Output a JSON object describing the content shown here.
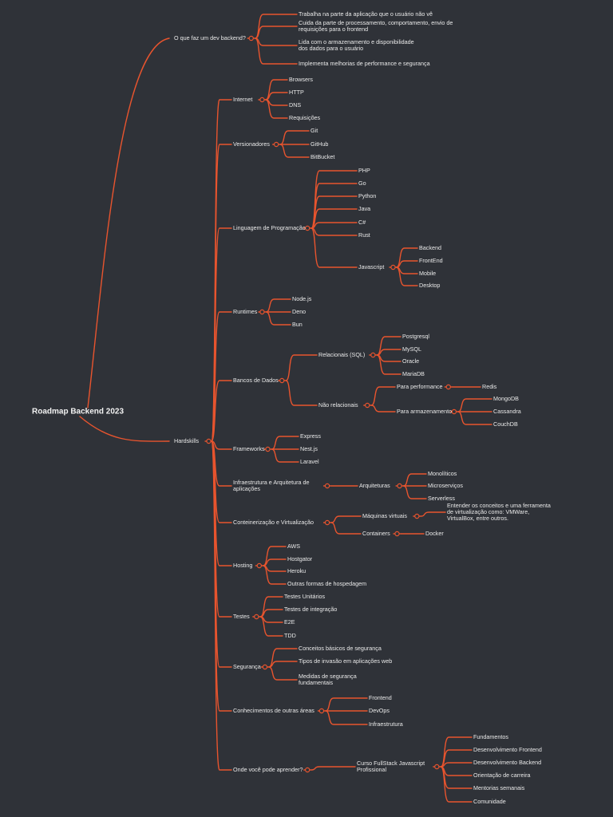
{
  "colors": {
    "background": "#2f3238",
    "branch": "#e8542e",
    "text": "#e9e9e9"
  },
  "root": "Roadmap Backend 2023",
  "branches": [
    {
      "id": "o-que-faz",
      "label": "O que faz um dev backend?",
      "children": [
        {
          "id": "trabalha",
          "label": "Trabalha na parte da aplicação que o usuário não vê"
        },
        {
          "id": "cuida",
          "label": "Cuida da parte de processamento, comportamento, envio de requisições para o frontend"
        },
        {
          "id": "lida",
          "label": "Lida com o armazenamento e disponibilidade dos dados para o usuário"
        },
        {
          "id": "implementa",
          "label": "Implementa melhorias de performance e segurança"
        }
      ]
    },
    {
      "id": "hardskills",
      "label": "Hardskills",
      "children": [
        {
          "id": "internet",
          "label": "Internet",
          "children": [
            {
              "id": "browsers",
              "label": "Browsers"
            },
            {
              "id": "http",
              "label": "HTTP"
            },
            {
              "id": "dns",
              "label": "DNS"
            },
            {
              "id": "requisicoes",
              "label": "Requisições"
            }
          ]
        },
        {
          "id": "versionadores",
          "label": "Versionadores",
          "children": [
            {
              "id": "git",
              "label": "Git"
            },
            {
              "id": "github",
              "label": "GitHub"
            },
            {
              "id": "bitbucket",
              "label": "BitBucket"
            }
          ]
        },
        {
          "id": "linguagem",
          "label": "Linguagem de Programação",
          "children": [
            {
              "id": "php",
              "label": "PHP"
            },
            {
              "id": "go",
              "label": "Go"
            },
            {
              "id": "python",
              "label": "Python"
            },
            {
              "id": "java",
              "label": "Java"
            },
            {
              "id": "csharp",
              "label": "C#"
            },
            {
              "id": "rust",
              "label": "Rust"
            },
            {
              "id": "javascript",
              "label": "Javascript",
              "children": [
                {
                  "id": "backend",
                  "label": "Backend"
                },
                {
                  "id": "frontend",
                  "label": "FrontEnd"
                },
                {
                  "id": "mobile",
                  "label": "Mobile"
                },
                {
                  "id": "desktop",
                  "label": "Desktop"
                }
              ]
            }
          ]
        },
        {
          "id": "runtimes",
          "label": "Runtimes",
          "children": [
            {
              "id": "nodejs",
              "label": "Node.js"
            },
            {
              "id": "deno",
              "label": "Deno"
            },
            {
              "id": "bun",
              "label": "Bun"
            }
          ]
        },
        {
          "id": "bancos",
          "label": "Bancos de Dados",
          "children": [
            {
              "id": "relacionais",
              "label": "Relacionais (SQL)",
              "children": [
                {
                  "id": "postgresql",
                  "label": "Postgresql"
                },
                {
                  "id": "mysql",
                  "label": "MySQL"
                },
                {
                  "id": "oracle",
                  "label": "Oracle"
                },
                {
                  "id": "mariadb",
                  "label": "MariaDB"
                }
              ]
            },
            {
              "id": "nao-relacionais",
              "label": "Não relacionais",
              "children": [
                {
                  "id": "para-performance",
                  "label": "Para performance",
                  "children": [
                    {
                      "id": "redis",
                      "label": "Redis"
                    }
                  ]
                },
                {
                  "id": "para-armazenamento",
                  "label": "Para armazenamento",
                  "children": [
                    {
                      "id": "mongodb",
                      "label": "MongoDB"
                    },
                    {
                      "id": "cassandra",
                      "label": "Cassandra"
                    },
                    {
                      "id": "couchdb",
                      "label": "CouchDB"
                    }
                  ]
                }
              ]
            }
          ]
        },
        {
          "id": "frameworks",
          "label": "Frameworks",
          "children": [
            {
              "id": "express",
              "label": "Express"
            },
            {
              "id": "nestjs",
              "label": "Nest.js"
            },
            {
              "id": "laravel",
              "label": "Laravel"
            }
          ]
        },
        {
          "id": "infraestrutura",
          "label": "Infraestrutura e Arquitetura de aplicações",
          "children": [
            {
              "id": "arquiteturas",
              "label": "Arquiteturas",
              "children": [
                {
                  "id": "monoliticos",
                  "label": "Monolíticos"
                },
                {
                  "id": "microservicos",
                  "label": "Microserviços"
                },
                {
                  "id": "serverless",
                  "label": "Serverless"
                }
              ]
            }
          ]
        },
        {
          "id": "conteinerizacao",
          "label": "Conteinerização e Virtualização",
          "children": [
            {
              "id": "maquinas-virtuais",
              "label": "Máquinas virtuais",
              "children": [
                {
                  "id": "entender",
                  "label": "Entender os conceitos e uma ferramenta de virtualização como: VMWare, VirtualBox, entre outros."
                }
              ]
            },
            {
              "id": "containers",
              "label": "Containers",
              "children": [
                {
                  "id": "docker",
                  "label": "Docker"
                }
              ]
            }
          ]
        },
        {
          "id": "hosting",
          "label": "Hosting",
          "children": [
            {
              "id": "aws",
              "label": "AWS"
            },
            {
              "id": "hostgator",
              "label": "Hostgator"
            },
            {
              "id": "heroku",
              "label": "Heroku"
            },
            {
              "id": "outras-formas",
              "label": "Outras formas de hospedagem"
            }
          ]
        },
        {
          "id": "testes",
          "label": "Testes",
          "children": [
            {
              "id": "unitarios",
              "label": "Testes Unitários"
            },
            {
              "id": "integracao",
              "label": "Testes de integração"
            },
            {
              "id": "e2e",
              "label": "E2E"
            },
            {
              "id": "tdd",
              "label": "TDD"
            }
          ]
        },
        {
          "id": "seguranca",
          "label": "Segurança",
          "children": [
            {
              "id": "conceitos",
              "label": "Conceitos básicos de segurança"
            },
            {
              "id": "tipos-invasao",
              "label": "Tipos de invasão em aplicações web"
            },
            {
              "id": "medidas",
              "label": "Medidas de segurança fundamentais"
            }
          ]
        },
        {
          "id": "conhecimentos",
          "label": "Conhecimentos de outras áreas",
          "children": [
            {
              "id": "ca-frontend",
              "label": "Frontend"
            },
            {
              "id": "devops",
              "label": "DevOps"
            },
            {
              "id": "infra",
              "label": "Infraestrutura"
            }
          ]
        },
        {
          "id": "onde-aprender",
          "label": "Onde você pode aprender?",
          "children": [
            {
              "id": "curso",
              "label": "Curso FullStack Javascript Profissional",
              "children": [
                {
                  "id": "fundamentos",
                  "label": "Fundamentos"
                },
                {
                  "id": "dev-frontend",
                  "label": "Desenvolvimento Frontend"
                },
                {
                  "id": "dev-backend",
                  "label": "Desenvolvimento Backend"
                },
                {
                  "id": "orientacao",
                  "label": "Orientação de carreira"
                },
                {
                  "id": "mentorias",
                  "label": "Mentorias semanais"
                },
                {
                  "id": "comunidade",
                  "label": "Comunidade"
                }
              ]
            }
          ]
        }
      ]
    }
  ]
}
